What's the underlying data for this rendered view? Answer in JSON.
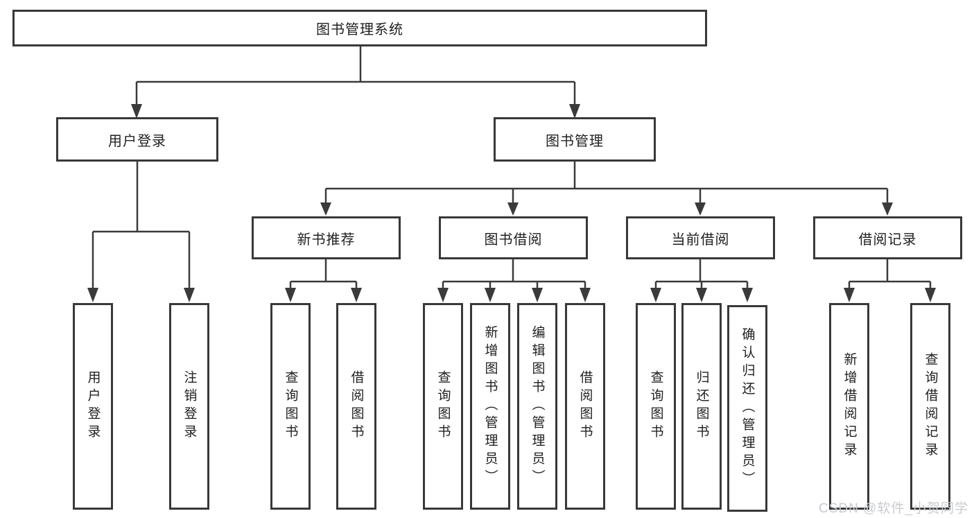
{
  "diagram": {
    "title": "图书管理系统",
    "root": {
      "label": "图书管理系统"
    },
    "level2": {
      "user_login": {
        "label": "用户登录"
      },
      "book_management": {
        "label": "图书管理"
      }
    },
    "level3": {
      "new_book_recommend": {
        "label": "新书推荐"
      },
      "book_borrow": {
        "label": "图书借阅"
      },
      "current_borrow": {
        "label": "当前借阅"
      },
      "borrow_records": {
        "label": "借阅记录"
      }
    },
    "leaves": {
      "user_login": [
        "用户登录",
        "注销登录"
      ],
      "new_book_recommend": [
        "查询图书",
        "借阅图书"
      ],
      "book_borrow": [
        "查询图书",
        "新增图书（管理员）",
        "编辑图书（管理员）",
        "借阅图书"
      ],
      "current_borrow": [
        "查询图书",
        "归还图书",
        "确认归还（管理员）"
      ],
      "borrow_records": [
        "新增借阅记录",
        "查询借阅记录"
      ]
    }
  },
  "watermark": "CSDN @软件_小贺同学",
  "colors": {
    "line": "#3a3a3a",
    "border": "#383838",
    "text": "#1f1f1f",
    "watermark": "#c9cbd0",
    "background": "#ffffff"
  }
}
